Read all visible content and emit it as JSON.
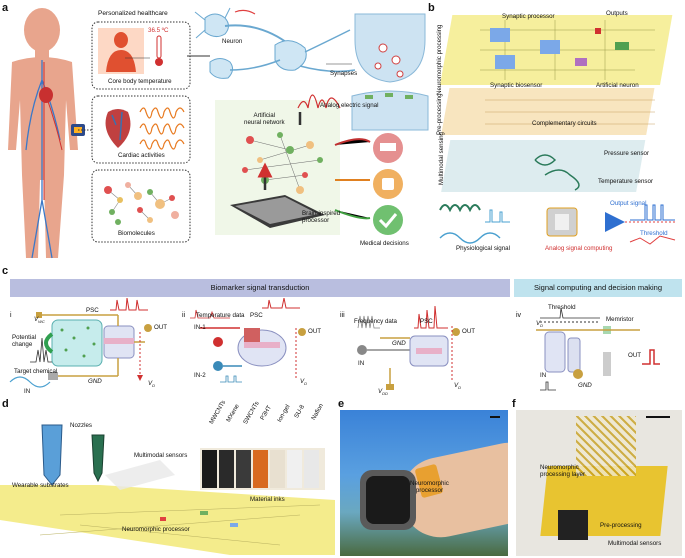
{
  "panels": {
    "a": "a",
    "b": "b",
    "c": "c",
    "d": "d",
    "e": "e",
    "f": "f"
  },
  "a": {
    "personalized": "Personalized healthcare",
    "core_temp_value": "36.5 ºC",
    "core_temp": "Core body temperature",
    "cardiac": "Cardiac activities",
    "biomolecules": "Biomolecules",
    "neuron": "Neuron",
    "synapses": "Synapses",
    "ann": "Artificial\nneural network",
    "analog": "Analog electric signal",
    "processor": "Brain-inspired\nprocessor",
    "decisions": "Medical decisions"
  },
  "b": {
    "synaptic_processor": "Synaptic processor",
    "outputs": "Outputs",
    "neuromorphic_processing": "Neuromorphic processing",
    "synaptic_biosensor": "Synaptic biosensor",
    "artificial_neuron": "Artificial neuron",
    "pre_processing": "Pre-processing",
    "complementary": "Complementary circuits",
    "multimodal_sensing": "Multimodal sensing",
    "pressure": "Pressure sensor",
    "temperature": "Temperature sensor",
    "output_signal": "Output signal",
    "threshold": "Threshold",
    "physiological": "Physiological signal",
    "analog_computing": "Analog signal computing"
  },
  "c": {
    "header_left": "Biomarker signal transduction",
    "header_right": "Signal computing and decision making",
    "i": {
      "num": "i",
      "vwc": "V",
      "vwc_sub": "WC",
      "psc": "PSC",
      "potential": "Potential\nchange",
      "target": "Target chemical",
      "in": "IN",
      "gnd": "GND",
      "out": "OUT",
      "vd": "V",
      "vd_sub": "D"
    },
    "ii": {
      "num": "ii",
      "temp_data": "Temperature data",
      "psc": "PSC",
      "in1": "IN-1",
      "in2": "IN-2",
      "out": "OUT",
      "vd": "V",
      "vd_sub": "D"
    },
    "iii": {
      "num": "iii",
      "freq": "Frequency data",
      "psc": "PSC",
      "gnd": "GND",
      "in": "IN",
      "out": "OUT",
      "vdd": "V",
      "vdd_sub": "DD",
      "vd": "V",
      "vd_sub": "D"
    },
    "iv": {
      "num": "iv",
      "threshold": "Threshold",
      "memristor": "Memristor",
      "vd": "V",
      "vd_sub": "D",
      "in": "IN",
      "out": "OUT",
      "gnd": "GND"
    }
  },
  "d": {
    "nozzles": "Nozzles",
    "multimodal": "Multimodal sensors",
    "wearable": "Wearable substrates",
    "inks": [
      "MWCNTs",
      "MXene",
      "SWCNTs",
      "P3HT",
      "Ion-gel",
      "SU-8",
      "Nafion"
    ],
    "material_inks": "Material inks",
    "neuromorphic": "Neuromorphic processor"
  },
  "e": {
    "label": "Neuromorphic\nprocessor"
  },
  "f": {
    "layer": "Neuromorphic\nprocessing layer",
    "pre": "Pre-processing",
    "sensors": "Multimodal sensors"
  },
  "colors": {
    "skin": "#e8a58d",
    "yellow": "#f4ec8c",
    "lavender": "#b9bedf",
    "lightblue": "#bfe3ee",
    "red": "#d63b3b",
    "blue": "#2e8fd0"
  }
}
